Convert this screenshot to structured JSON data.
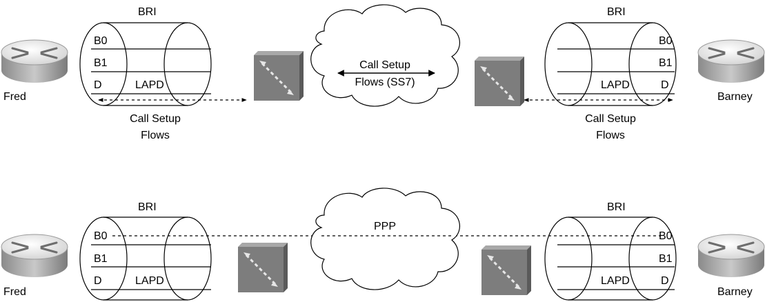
{
  "colors": {
    "line": "#000000",
    "router_top": "#e8e8e8",
    "router_side": "#9a9a9a",
    "switch_face": "#7d7d7d",
    "switch_side": "#5a5a5a",
    "switch_top": "#a8a8a8",
    "arrow_light": "#e6e6e6"
  },
  "icons": {
    "router": "router-icon",
    "switch": "isdn-switch-icon",
    "cloud": "network-cloud-icon"
  },
  "top": {
    "left": {
      "router_label": "Fred",
      "pipe_title": "BRI",
      "channels": [
        "B0",
        "B1",
        "D"
      ],
      "lapd": "LAPD",
      "flow_line1": "Call Setup",
      "flow_line2": "Flows"
    },
    "right": {
      "router_label": "Barney",
      "pipe_title": "BRI",
      "channels": [
        "B0",
        "B1",
        "D"
      ],
      "lapd": "LAPD",
      "flow_line1": "Call Setup",
      "flow_line2": "Flows"
    },
    "cloud": {
      "line1": "Call Setup",
      "line2": "Flows (SS7)"
    }
  },
  "bottom": {
    "left": {
      "router_label": "Fred",
      "pipe_title": "BRI",
      "channels": [
        "B0",
        "B1",
        "D"
      ],
      "lapd": "LAPD"
    },
    "right": {
      "router_label": "Barney",
      "pipe_title": "BRI",
      "channels": [
        "B0",
        "B1",
        "D"
      ],
      "lapd": "LAPD"
    },
    "cloud": {
      "label": "PPP"
    }
  }
}
